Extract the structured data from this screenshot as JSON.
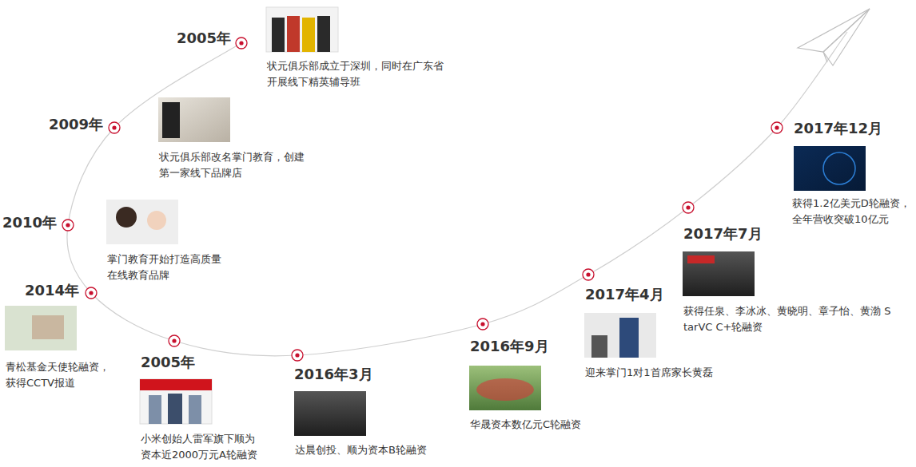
{
  "diagram": {
    "labels": [
      "2005年",
      "状元俱乐部成立于深圳，同时在广东省开展线下精英辅导班",
      "2009年",
      "状元俱乐部改名掌门教育，创建第一家线下品牌店",
      "2010年",
      "掌门教育开始打造高质量在线教育品牌",
      "2014年",
      "青松基金天使轮融资，获得CCTV报道",
      "2005年",
      "小米创始人雷军旗下顺为资本近2000万元A轮融资",
      "2016年3月",
      "达晨创投、顺为资本B轮融资",
      "2016年9月",
      "华晟资本数亿元C轮融资",
      "2017年4月",
      "迎来掌门1对1首席家长黄磊",
      "2017年7月",
      "获得任泉、李冰冰、黄晓明、章子怡、黄渤 StarVC C+轮融资",
      "2017年12月",
      "获得1.2亿美元D轮融资，全年营收突破10亿元"
    ]
  }
}
